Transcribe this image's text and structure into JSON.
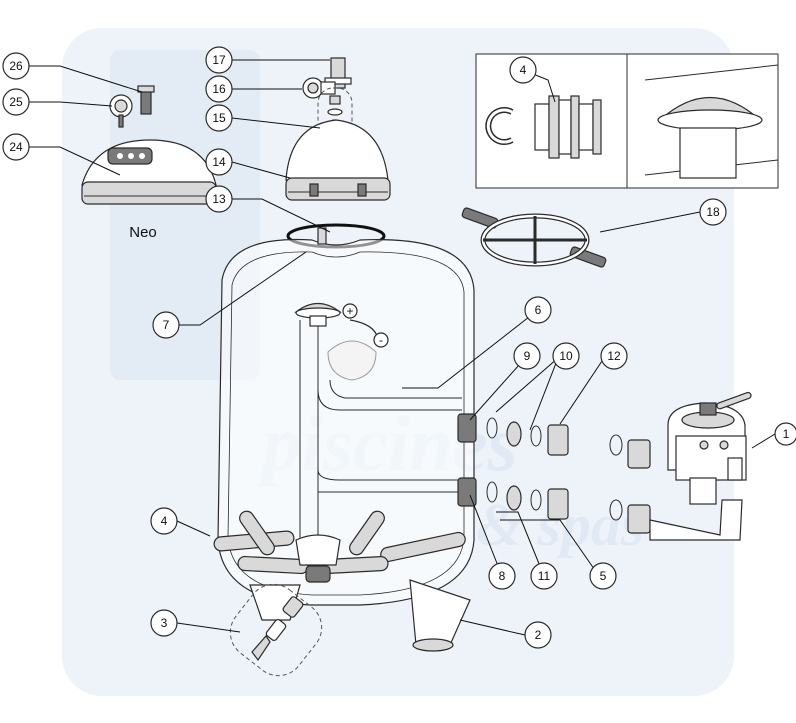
{
  "title": "",
  "watermark": {
    "lines": [
      "piscines",
      "& spas"
    ],
    "color": "#e3ecf5"
  },
  "neo_label": "Neo",
  "callouts": [
    {
      "id": "1",
      "label": "1"
    },
    {
      "id": "2",
      "label": "2"
    },
    {
      "id": "3",
      "label": "3"
    },
    {
      "id": "4",
      "label": "4"
    },
    {
      "id": "4b",
      "label": "4"
    },
    {
      "id": "5",
      "label": "5"
    },
    {
      "id": "6",
      "label": "6"
    },
    {
      "id": "7",
      "label": "7"
    },
    {
      "id": "8",
      "label": "8"
    },
    {
      "id": "9",
      "label": "9"
    },
    {
      "id": "10",
      "label": "10"
    },
    {
      "id": "11",
      "label": "11"
    },
    {
      "id": "12",
      "label": "12"
    },
    {
      "id": "13",
      "label": "13"
    },
    {
      "id": "14",
      "label": "14"
    },
    {
      "id": "15",
      "label": "15"
    },
    {
      "id": "16",
      "label": "16"
    },
    {
      "id": "17",
      "label": "17"
    },
    {
      "id": "18",
      "label": "18"
    },
    {
      "id": "24",
      "label": "24"
    },
    {
      "id": "25",
      "label": "25"
    },
    {
      "id": "26",
      "label": "26"
    }
  ],
  "rotation_signs": {
    "plus": "+",
    "minus": "-"
  },
  "colors": {
    "line": "#2b2b2b",
    "watermark": "#e3ecf5",
    "part_fill": "#ffffff",
    "part_grey": "#d9d9d9"
  }
}
